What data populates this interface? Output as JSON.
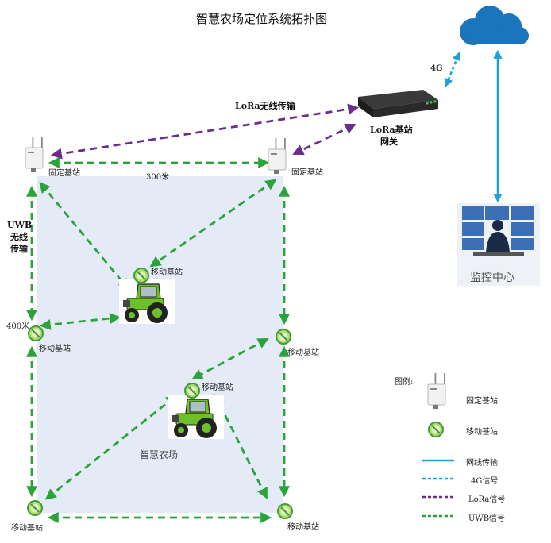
{
  "title": "智慧农场定位系统拓扑图",
  "lora_label": "LoRa无线传输",
  "gateway": {
    "line1": "LoRa基站",
    "line2": "网关"
  },
  "label_4g": "4G",
  "fixed_station_label": "固定基站",
  "mobile_station_label": "移动基站",
  "width_label": "300米",
  "height_label": "400米",
  "uwb_label": [
    "UWB",
    "无线",
    "传输"
  ],
  "farm_label": "智慧农场",
  "monitor_label": "监控中心",
  "legend": {
    "title": "图例:",
    "fixed": "固定基站",
    "mobile": "移动基站",
    "wired": "网线传输",
    "signal_4g": "4G信号",
    "lora": "LoRa信号",
    "uwb": "UWB信号"
  },
  "colors": {
    "field_fill": "#e4ebf7",
    "uwb_green": "#2aa33a",
    "lora_purple": "#6a2c91",
    "wired_blue": "#1ea0db",
    "cloud_blue": "#1b75bc",
    "tractor_green": "#6cc02a"
  }
}
